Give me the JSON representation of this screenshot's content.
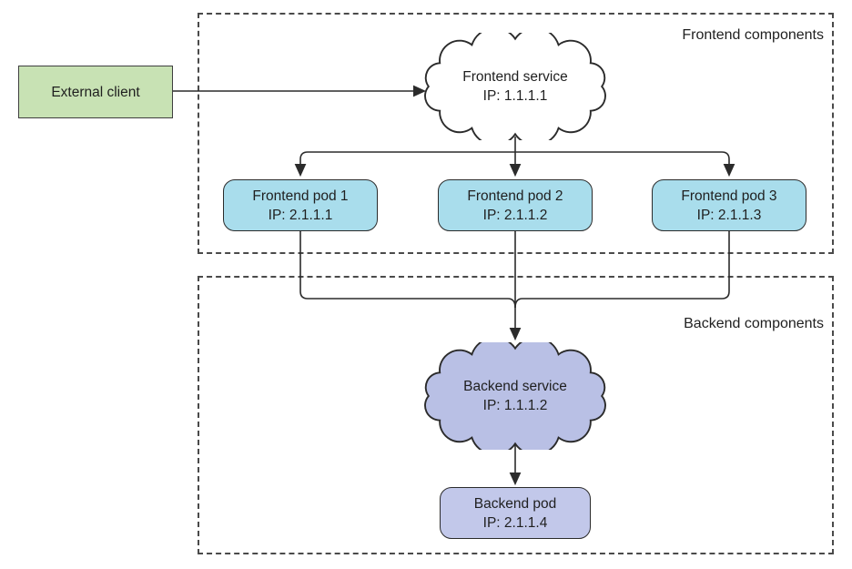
{
  "colors": {
    "external_fill": "#c8e2b4",
    "frontend_pod_fill": "#a9ddec",
    "backend_pod_fill": "#c2c8ea",
    "backend_cloud_fill": "#b9c0e5",
    "frontend_cloud_fill": "#ffffff",
    "line": "#2b2b2b",
    "text": "#1f1f1f"
  },
  "external_client": {
    "label": "External client"
  },
  "frontend": {
    "group_label": "Frontend components",
    "service": {
      "name": "Frontend service",
      "ip": "IP: 1.1.1.1"
    },
    "pods": [
      {
        "name": "Frontend pod 1",
        "ip": "IP: 2.1.1.1"
      },
      {
        "name": "Frontend pod 2",
        "ip": "IP: 2.1.1.2"
      },
      {
        "name": "Frontend pod 3",
        "ip": "IP: 2.1.1.3"
      }
    ]
  },
  "backend": {
    "group_label": "Backend components",
    "service": {
      "name": "Backend service",
      "ip": "IP: 1.1.1.2"
    },
    "pod": {
      "name": "Backend pod",
      "ip": "IP: 2.1.1.4"
    }
  }
}
